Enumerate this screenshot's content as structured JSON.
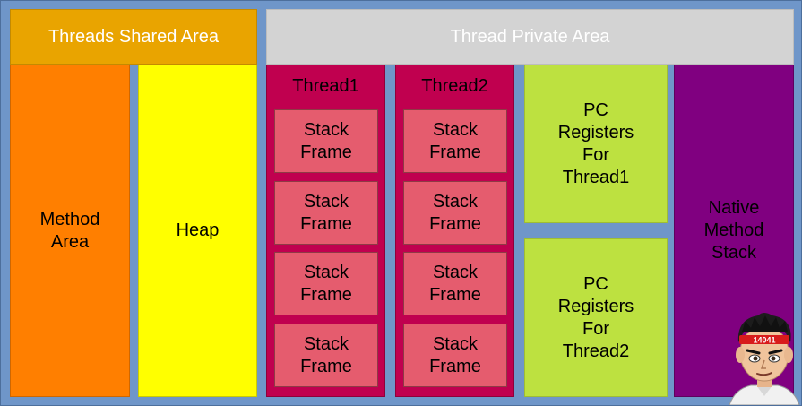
{
  "shared_header": "Threads Shared Area",
  "private_header": "Thread Private Area",
  "method_area": "Method\nArea",
  "heap": "Heap",
  "threads": [
    {
      "title": "Thread1",
      "frames": [
        "Stack\nFrame",
        "Stack\nFrame",
        "Stack\nFrame",
        "Stack\nFrame"
      ]
    },
    {
      "title": "Thread2",
      "frames": [
        "Stack\nFrame",
        "Stack\nFrame",
        "Stack\nFrame",
        "Stack\nFrame"
      ]
    }
  ],
  "pc_registers": [
    "PC\nRegisters\nFor\nThread1",
    "PC\nRegisters\nFor\nThread2"
  ],
  "native_stack": "Native\nMethod\nStack",
  "avatar_badge": "14041",
  "colors": {
    "shared_header": "#e9a400",
    "private_header": "#d3d3d3",
    "method_area": "#ff7f00",
    "heap": "#ffff00",
    "thread": "#c0004f",
    "stack_frame": "#e55c6e",
    "pc_register": "#bde140",
    "native_stack": "#800080",
    "background": "#6f96c9"
  }
}
